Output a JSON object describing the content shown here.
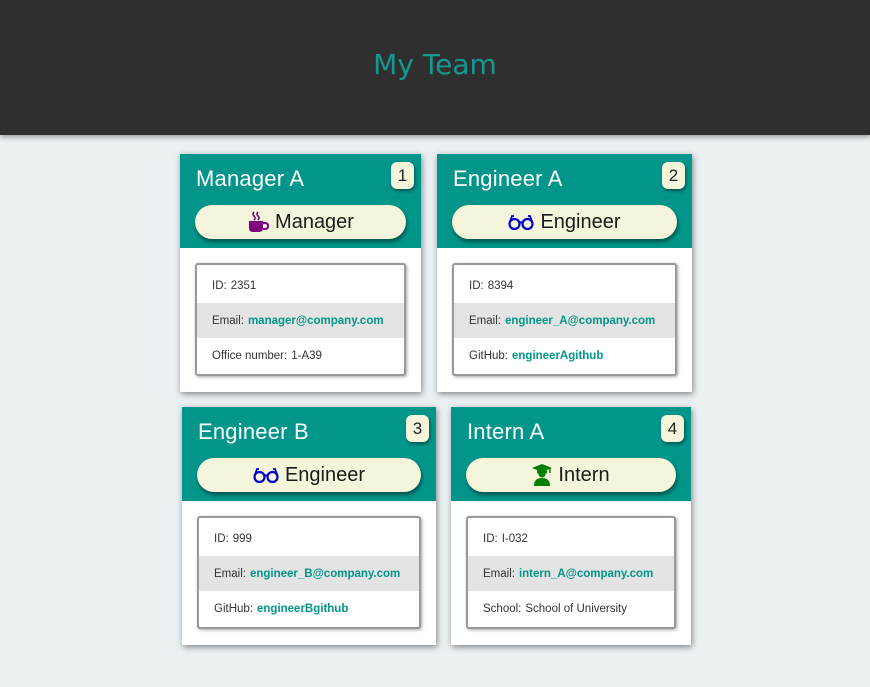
{
  "header": {
    "title": "My Team"
  },
  "cards": [
    {
      "name": "Manager A",
      "number": "1",
      "role": "Manager",
      "role_icon": "coffee-icon",
      "id_label": "ID:",
      "id_value": "2351",
      "email_label": "Email:",
      "email_value": "manager@company.com",
      "extra_label": "Office number:",
      "extra_value": "1-A39"
    },
    {
      "name": "Engineer A",
      "number": "2",
      "role": "Engineer",
      "role_icon": "glasses-icon",
      "id_label": "ID:",
      "id_value": "8394",
      "email_label": "Email:",
      "email_value": "engineer_A@company.com",
      "extra_label": "GitHub:",
      "extra_value": "engineerAgithub"
    },
    {
      "name": "Engineer B",
      "number": "3",
      "role": "Engineer",
      "role_icon": "glasses-icon",
      "id_label": "ID:",
      "id_value": "999",
      "email_label": "Email:",
      "email_value": "engineer_B@company.com",
      "extra_label": "GitHub:",
      "extra_value": "engineerBgithub"
    },
    {
      "name": "Intern A",
      "number": "4",
      "role": "Intern",
      "role_icon": "graduate-icon",
      "id_label": "ID:",
      "id_value": "I-032",
      "email_label": "Email:",
      "email_value": "intern_A@company.com",
      "extra_label": "School:",
      "extra_value": "School of University"
    }
  ],
  "colors": {
    "header_bg": "#2f2f2f",
    "accent": "#02968a",
    "pill_bg": "#f5f5dc",
    "coffee_icon": "#800080",
    "glasses_icon": "#0000cd",
    "graduate_icon": "#008000"
  }
}
